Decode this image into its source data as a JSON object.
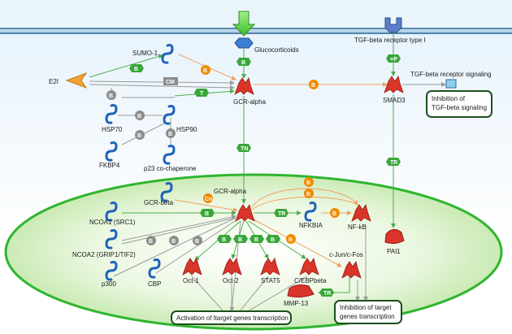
{
  "labels": {
    "glucocorticoids": "Glucocorticoids",
    "tgfb_receptor": "TGF-beta receptor type I",
    "sumo1": "SUMO-1",
    "e2i": "E2I",
    "hsp70": "HSP70",
    "hsp90": "HSP90",
    "fkbp4": "FKBP4",
    "p23": "p23 co-chaperone",
    "gcr_alpha_top": "GCR-alpha",
    "smad3": "SMAD3",
    "tgfb_signaling": "TGF-beta receptor signaling",
    "gcr_beta": "GCR-beta",
    "gcr_alpha_nuc": "GCR-alpha",
    "ncoa1": "NCOA1 (SRC1)",
    "ncoa2": "NCOA2 (GRIP1/TIF2)",
    "p300": "p300",
    "cbp": "CBP",
    "nfkbia": "NFKBIA",
    "nfkb": "NF-kB",
    "pai1": "PAI1",
    "cjun": "c-Jun/c-Fos",
    "oct1": "Oct-1",
    "oct2": "Oct-2",
    "stat5": "STAT5",
    "cebpbeta": "C/EBPbeta",
    "mmp13": "MMP-13"
  },
  "boxes": {
    "inhibition_tgfb": [
      "Inhibition of",
      "TGF-beta signaling"
    ],
    "activation": [
      "Activation of ltarget genes transcription"
    ],
    "inhibition_target": [
      "Inhibition of target",
      "genes transcription"
    ]
  },
  "badges": {
    "B": "B",
    "CM": "CM",
    "T": "T",
    "TN": "TN",
    "TR": "TR",
    "CN": "Cn",
    "P": "+P"
  },
  "colors": {
    "green_edge": "#4cae4c",
    "orange_edge": "#f0a060",
    "gray_edge": "#9a9a9a",
    "badge_green": "#3aa63a",
    "badge_orange": "#f08a00",
    "badge_gray": "#8c8c8c",
    "tf_red": "#d9352a",
    "nucleus_fill": "#c8eab0",
    "nucleus_stroke": "#2fb52f",
    "box_border": "#1d4f1d"
  }
}
